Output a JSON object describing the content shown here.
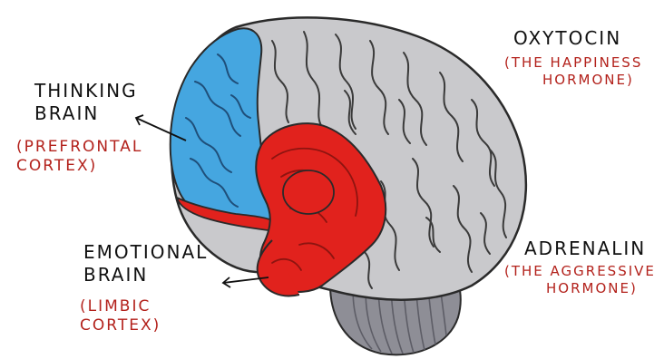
{
  "colors": {
    "prefrontal": "#45a6e0",
    "limbic": "#e1221d",
    "cortex": "#c9c9cc",
    "cerebellum": "#8e8e96",
    "outline": "#2a2a2a",
    "label_black": "#111111",
    "label_red": "#b3221c"
  },
  "labels": {
    "thinking": {
      "line1": "THINKING",
      "line2": "BRAIN"
    },
    "prefrontal": {
      "line1": "(PREFRONTAL",
      "line2": "CORTEX)"
    },
    "emotional": {
      "line1": "EMOTIONAL",
      "line2": "BRAIN"
    },
    "limbic": {
      "line1": "(LIMBIC",
      "line2": "CORTEX)"
    },
    "oxytocin": {
      "title": "OXYTOCIN",
      "line1": "(THE HAPPINESS",
      "line2": "HORMONE)"
    },
    "adrenalin": {
      "title": "ADRENALIN",
      "line1": "(THE AGGRESSIVE",
      "line2": "HORMONE)"
    }
  }
}
